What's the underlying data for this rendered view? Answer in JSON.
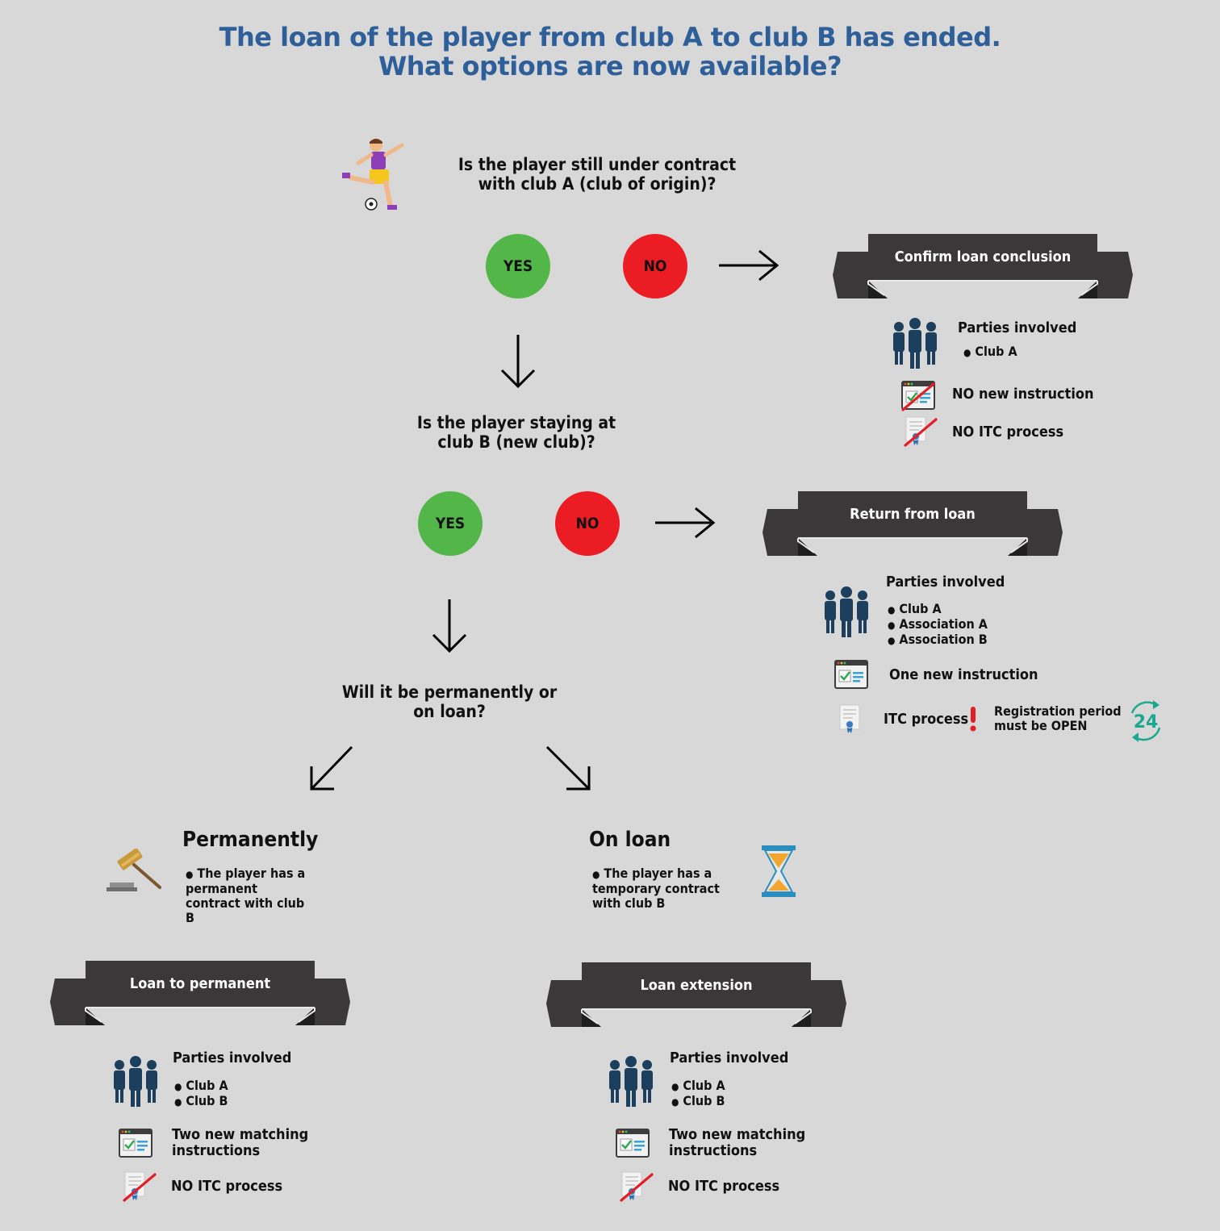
{
  "title": {
    "line1": "The loan of the player from club A to club B has ended.",
    "line2": "What options are now available?"
  },
  "q1": {
    "line1": "Is the player still under contract",
    "line2": "with club A (club of origin)?"
  },
  "q2": {
    "line1": "Is the player staying at",
    "line2": "club B (new club)?"
  },
  "q3": {
    "line1": "Will it be permanently or",
    "line2": "on loan?"
  },
  "answers": {
    "yes": "YES",
    "no": "NO"
  },
  "confirm": {
    "ribbon": "Confirm loan conclusion",
    "parties_label": "Parties involved",
    "parties": [
      "Club A"
    ],
    "instruction": "NO new instruction",
    "itc": "NO ITC process"
  },
  "return": {
    "ribbon": "Return from loan",
    "parties_label": "Parties involved",
    "parties": [
      "Club A",
      "Association A",
      "Association B"
    ],
    "instruction": "One new instruction",
    "itc": "ITC process",
    "registration_line1": "Registration period",
    "registration_line2": "must be OPEN",
    "clock_number": "24"
  },
  "permanently": {
    "heading": "Permanently",
    "desc": "The player has a permanent contract with club B"
  },
  "onloan": {
    "heading": "On loan",
    "desc": "The player has a temporary contract with club B"
  },
  "loan_to_permanent": {
    "ribbon": "Loan to permanent",
    "parties_label": "Parties involved",
    "parties": [
      "Club A",
      "Club B"
    ],
    "instruction_line1": "Two new matching",
    "instruction_line2": "instructions",
    "itc": "NO ITC process"
  },
  "loan_extension": {
    "ribbon": "Loan extension",
    "parties_label": "Parties involved",
    "parties": [
      "Club A",
      "Club B"
    ],
    "instruction_line1": "Two new matching",
    "instruction_line2": "instructions",
    "itc": "NO ITC process"
  },
  "colors": {
    "title": "#2e5f98",
    "yes": "#52b748",
    "no": "#ec1c24",
    "ribbon": "#3a3838",
    "people": "#1d3f5e",
    "teal": "#1aa88f"
  }
}
